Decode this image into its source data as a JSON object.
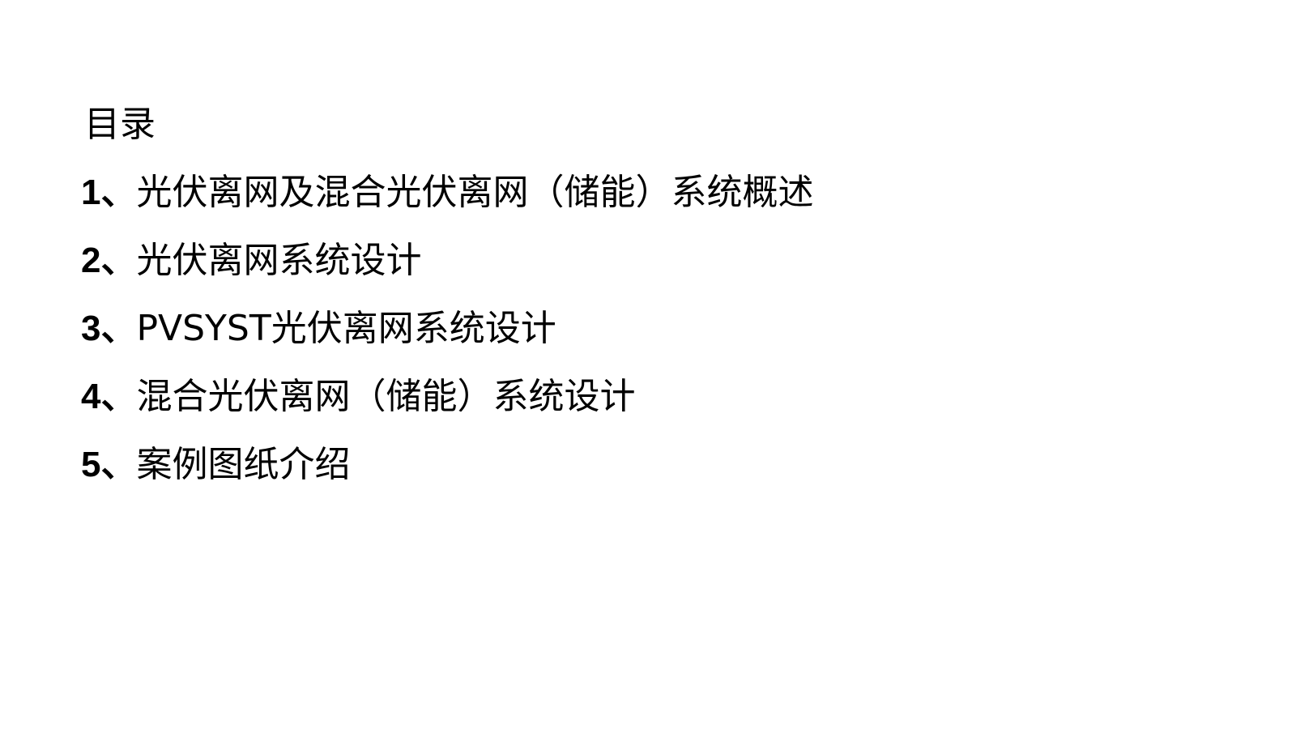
{
  "slide": {
    "title": "目录",
    "items": [
      {
        "number": "1、",
        "text": "光伏离网及混合光伏离网（储能）系统概述"
      },
      {
        "number": "2、",
        "text": "光伏离网系统设计"
      },
      {
        "number": "3、",
        "text": "PVSYST光伏离网系统设计"
      },
      {
        "number": "4、",
        "text": "混合光伏离网（储能）系统设计"
      },
      {
        "number": "5、",
        "text": "案例图纸介绍"
      }
    ]
  }
}
